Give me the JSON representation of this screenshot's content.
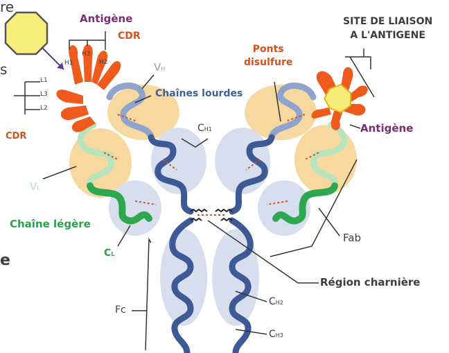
{
  "labels": {
    "partial_top": "re",
    "partial_mid": "s",
    "partial_bottom": "e",
    "antigen_top": "Antigène",
    "cdr_top": "CDR",
    "h1": "H1",
    "h2": "H2",
    "h3": "H3",
    "l1": "L1",
    "l2": "L2",
    "l3": "L3",
    "cdr_left": "CDR",
    "vh": "V",
    "vh_sub": "H",
    "vl": "V",
    "vl_sub": "L",
    "heavy_chains": "Chaînes lourdes",
    "ch1": "C",
    "ch1_sub": "H1",
    "disulfide": "Ponts\ndisulfure",
    "binding_site": "SITE DE LIAISON\nA L'ANTIGENE",
    "antigen_right": "Antigène",
    "light_chain": "Chaîne légère",
    "cl": "C",
    "cl_sub": "L",
    "fab": "Fab",
    "hinge": "Région charnière",
    "fc": "Fc",
    "ch2": "C",
    "ch2_sub": "H2",
    "ch3": "C",
    "ch3_sub": "H3"
  },
  "colors": {
    "heavy_chain": "#3d5a96",
    "heavy_chain_light": "#8fa3cf",
    "light_chain": "#2ea84f",
    "light_chain_pale": "#b9e3bd",
    "cdr": "#f05a1c",
    "domain_v": "#f7d9a0",
    "domain_c": "#d7dfef",
    "antigen": "#f7ec7a",
    "disulfide": "#d2541c"
  }
}
